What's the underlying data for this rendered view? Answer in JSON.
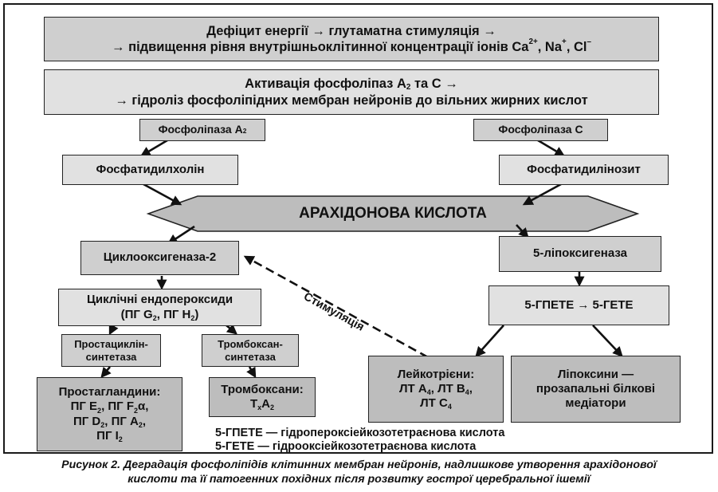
{
  "diagram": {
    "top_box": {
      "line1": "Дефіцит енергії → глутаматна стимуляція →",
      "line2_pre": "→ підвищення рівня внутрішньоклітинної концентрації іонів Ca",
      "ca_sup": "2+",
      "sep1": ", Na",
      "na_sup": "+",
      "sep2": ", Cl",
      "cl_sup": "–"
    },
    "activation_box": {
      "line1_pre": "Активація фосфоліпаз А",
      "a_sub": "2",
      "line1_post": " та С →",
      "line2": "→ гідроліз фосфоліпідних мембран нейронів до вільних жирних кислот"
    },
    "phospholipase_a2": {
      "text": "Фосфоліпаза А",
      "sub": "2"
    },
    "phospholipase_c": "Фосфоліпаза С",
    "phosphatidylcholine": "Фосфатидилхолін",
    "phosphatidylinositol": "Фосфатидилінозит",
    "arachidonic_acid": "АРАХІДОНОВА КИСЛОТА",
    "cyclooxygenase": "Циклооксигеназа-2",
    "lipoxygenase": "5-ліпоксигеназа",
    "endoperoxides": {
      "line1": "Циклічні ендопероксиди",
      "line2_pre": "(ПГ G",
      "g_sub": "2",
      "line2_mid": ", ПГ H",
      "h_sub": "2",
      "line2_post": ")"
    },
    "hpete_hete": "5-ГПЕТЕ → 5-ГЕТЕ",
    "prostacyclin_synthase": {
      "line1": "Простациклін-",
      "line2": "синтетаза"
    },
    "thromboxane_synthase": {
      "line1": "Тромбоксан-",
      "line2": "синтетаза"
    },
    "prostaglandins": {
      "title": "Простагландини:",
      "r1a": "ПГ E",
      "r1a_sub": "2",
      "r1b": ", ПГ F",
      "r1b_sub": "2",
      "r1c": "α,",
      "r2a": "ПГ D",
      "r2a_sub": "2",
      "r2b": ", ПГ A",
      "r2b_sub": "2",
      "r2c": ",",
      "r3a": "ПГ I",
      "r3a_sub": "2"
    },
    "thromboxanes": {
      "title": "Тромбоксани:",
      "t": "T",
      "t_sub": "x",
      "a": "A",
      "a_sub": "2"
    },
    "leukotrienes": {
      "title": "Лейкотрієни:",
      "r1a": "ЛТ A",
      "r1a_sub": "4",
      "r1b": ", ЛТ B",
      "r1b_sub": "4",
      "r1c": ",",
      "r2a": "ЛТ C",
      "r2a_sub": "4"
    },
    "lipoxins": {
      "line1": "Ліпоксини —",
      "line2": "прозапальні білкові",
      "line3": "медіатори"
    },
    "stimulation_label": "Стимуляція",
    "legend_1": "5-ГПЕТЕ — гідропероксіейкозотетраєнова кислота",
    "legend_2": "5-ГЕТЕ — гідрооксіейкозотетраєнова кислота"
  },
  "caption": {
    "line1": "Рисунок 2. Деградація фосфоліпідів клітинних мембран нейронів, надлишкове утворення арахідонової",
    "line2": "кислоти та її патогенних похідних після розвитку гострої церебральної ішемії"
  }
}
